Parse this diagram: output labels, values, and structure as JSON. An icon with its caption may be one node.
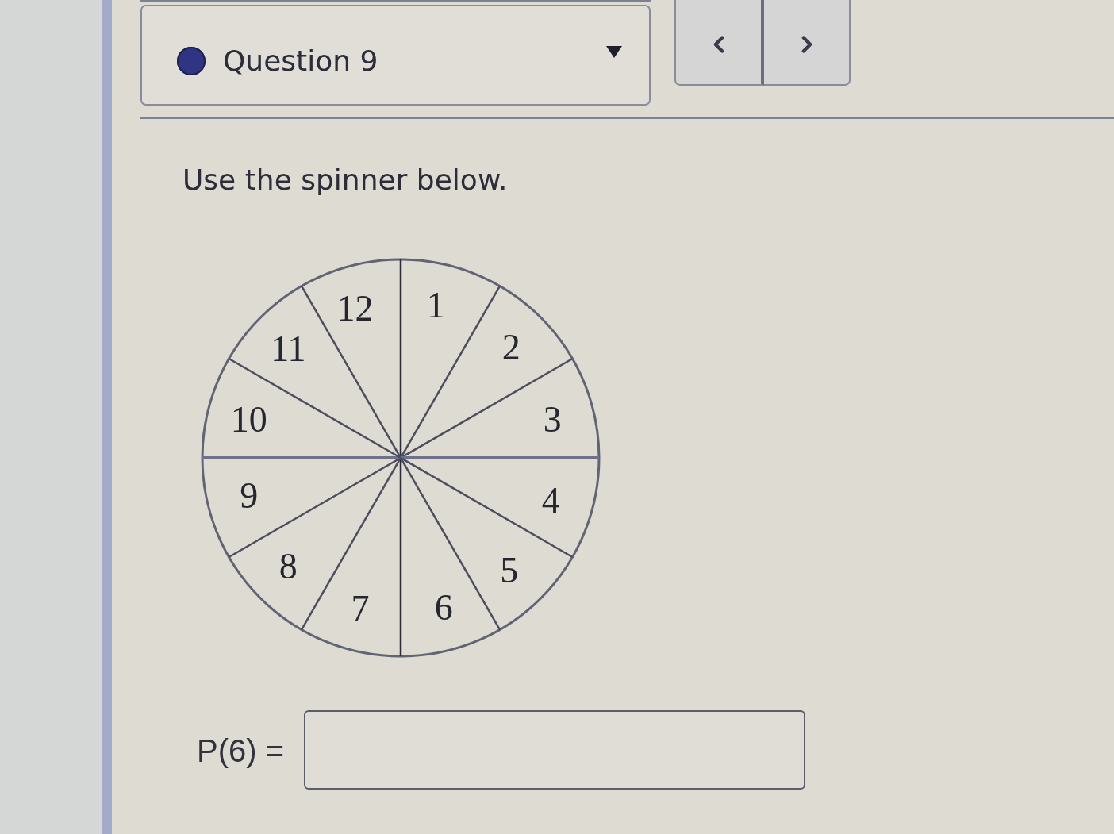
{
  "diagram": {
    "labels": [
      "Question 9",
      "Use the spinner below.",
      "12",
      "1",
      "11",
      "2",
      "10",
      "3",
      "9",
      "4",
      "8",
      "5",
      "7",
      "6",
      "P(6) ="
    ]
  }
}
